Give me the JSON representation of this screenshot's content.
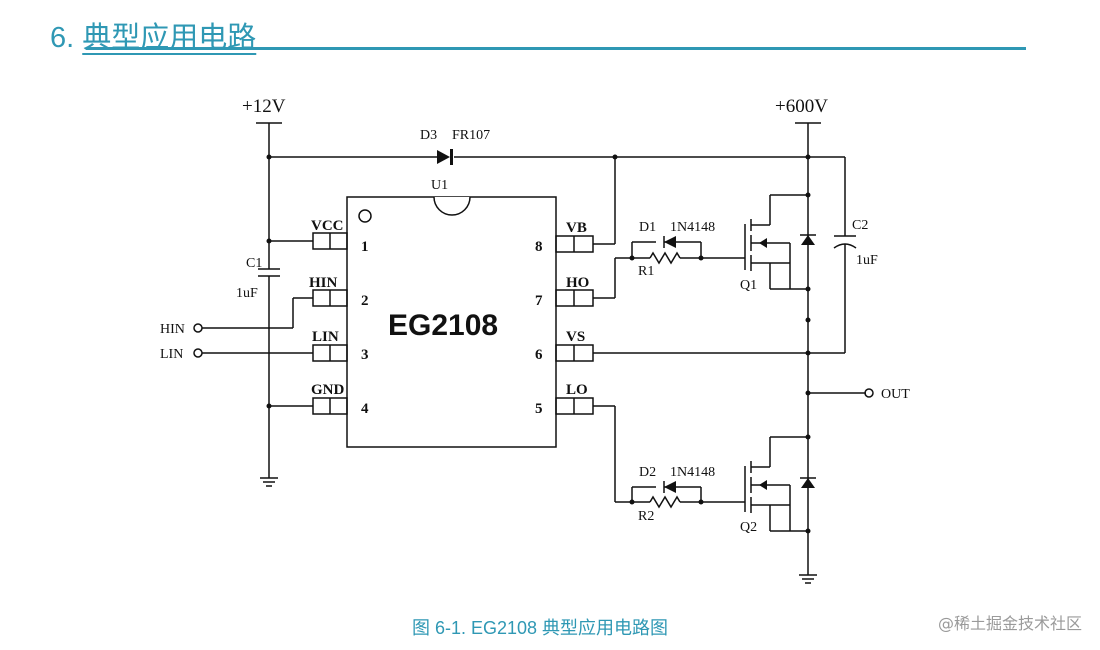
{
  "heading": {
    "number": "6.",
    "title": "典型应用电路"
  },
  "caption": "图 6-1. EG2108 典型应用电路图",
  "watermark": "@稀土掘金技术社区",
  "circuit": {
    "supply_low": "+12V",
    "supply_high": "+600V",
    "chip_name": "EG2108",
    "chip_ref": "U1",
    "pins_left": [
      {
        "name": "VCC",
        "number": "1"
      },
      {
        "name": "HIN",
        "number": "2"
      },
      {
        "name": "LIN",
        "number": "3"
      },
      {
        "name": "GND",
        "number": "4"
      }
    ],
    "pins_right": [
      {
        "name": "VB",
        "number": "8"
      },
      {
        "name": "HO",
        "number": "7"
      },
      {
        "name": "VS",
        "number": "6"
      },
      {
        "name": "LO",
        "number": "5"
      }
    ],
    "inputs": {
      "hin": "HIN",
      "lin": "LIN"
    },
    "output": "OUT",
    "components": {
      "d3": "D3",
      "d3_value": "FR107",
      "c1": "C1",
      "c1_value": "1uF",
      "c2": "C2",
      "c2_value": "1uF",
      "d1": "D1",
      "d1_value": "1N4148",
      "d2": "D2",
      "d2_value": "1N4148",
      "r1": "R1",
      "r2": "R2",
      "q1": "Q1",
      "q2": "Q2"
    }
  },
  "colors": {
    "accent": "#2f98b4",
    "wire": "#111111"
  }
}
